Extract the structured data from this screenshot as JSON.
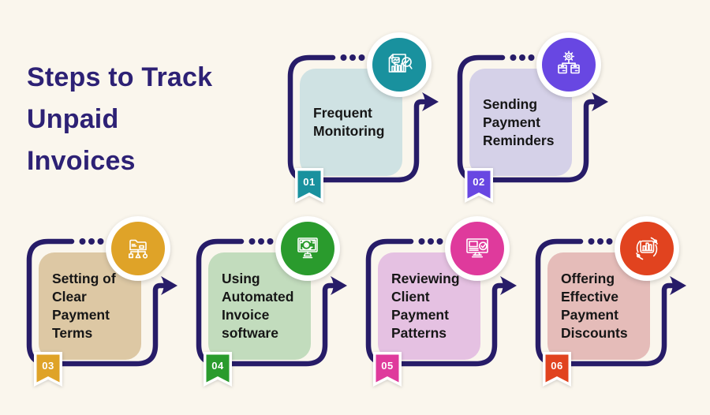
{
  "page": {
    "background": "#faf6ed",
    "outline_color": "#271c68",
    "title_color": "#2d2175"
  },
  "title": {
    "text": "Steps to Track Unpaid Invoices"
  },
  "steps": [
    {
      "number": "01",
      "title": "Frequent Monitoring",
      "icon": "document-chart-magnifier-icon",
      "fill_color": "#cfe2e3",
      "accent_color": "#19919e"
    },
    {
      "number": "02",
      "title": "Sending Payment Reminders",
      "icon": "gear-boxes-icon",
      "fill_color": "#d5d1e8",
      "accent_color": "#6847e2"
    },
    {
      "number": "03",
      "title": "Setting of Clear Payment Terms",
      "icon": "folder-hierarchy-icon",
      "fill_color": "#ddc8a4",
      "accent_color": "#dfa328"
    },
    {
      "number": "04",
      "title": "Using Automated Invoice software",
      "icon": "automation-monitor-icon",
      "fill_color": "#c2dcbd",
      "accent_color": "#2a9b2d"
    },
    {
      "number": "05",
      "title": "Reviewing Client Payment Patterns",
      "icon": "monitor-checklist-icon",
      "fill_color": "#e5c1e2",
      "accent_color": "#df3a9c"
    },
    {
      "number": "06",
      "title": "Offering Effective Payment Discounts",
      "icon": "bar-chart-orbit-icon",
      "fill_color": "#e5bcb9",
      "accent_color": "#e1431f"
    }
  ]
}
